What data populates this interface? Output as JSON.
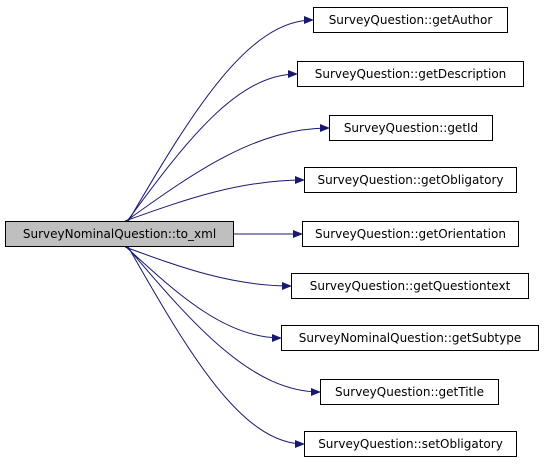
{
  "source": {
    "label": "SurveyNominalQuestion::to_xml"
  },
  "targets": [
    {
      "label": "SurveyQuestion::getAuthor"
    },
    {
      "label": "SurveyQuestion::getDescription"
    },
    {
      "label": "SurveyQuestion::getId"
    },
    {
      "label": "SurveyQuestion::getObligatory"
    },
    {
      "label": "SurveyQuestion::getOrientation"
    },
    {
      "label": "SurveyQuestion::getQuestiontext"
    },
    {
      "label": "SurveyNominalQuestion::getSubtype"
    },
    {
      "label": "SurveyQuestion::getTitle"
    },
    {
      "label": "SurveyQuestion::setObligatory"
    }
  ],
  "colors": {
    "edge": "#191970",
    "source_fill": "#bfbfbf",
    "node_border": "#000000"
  }
}
